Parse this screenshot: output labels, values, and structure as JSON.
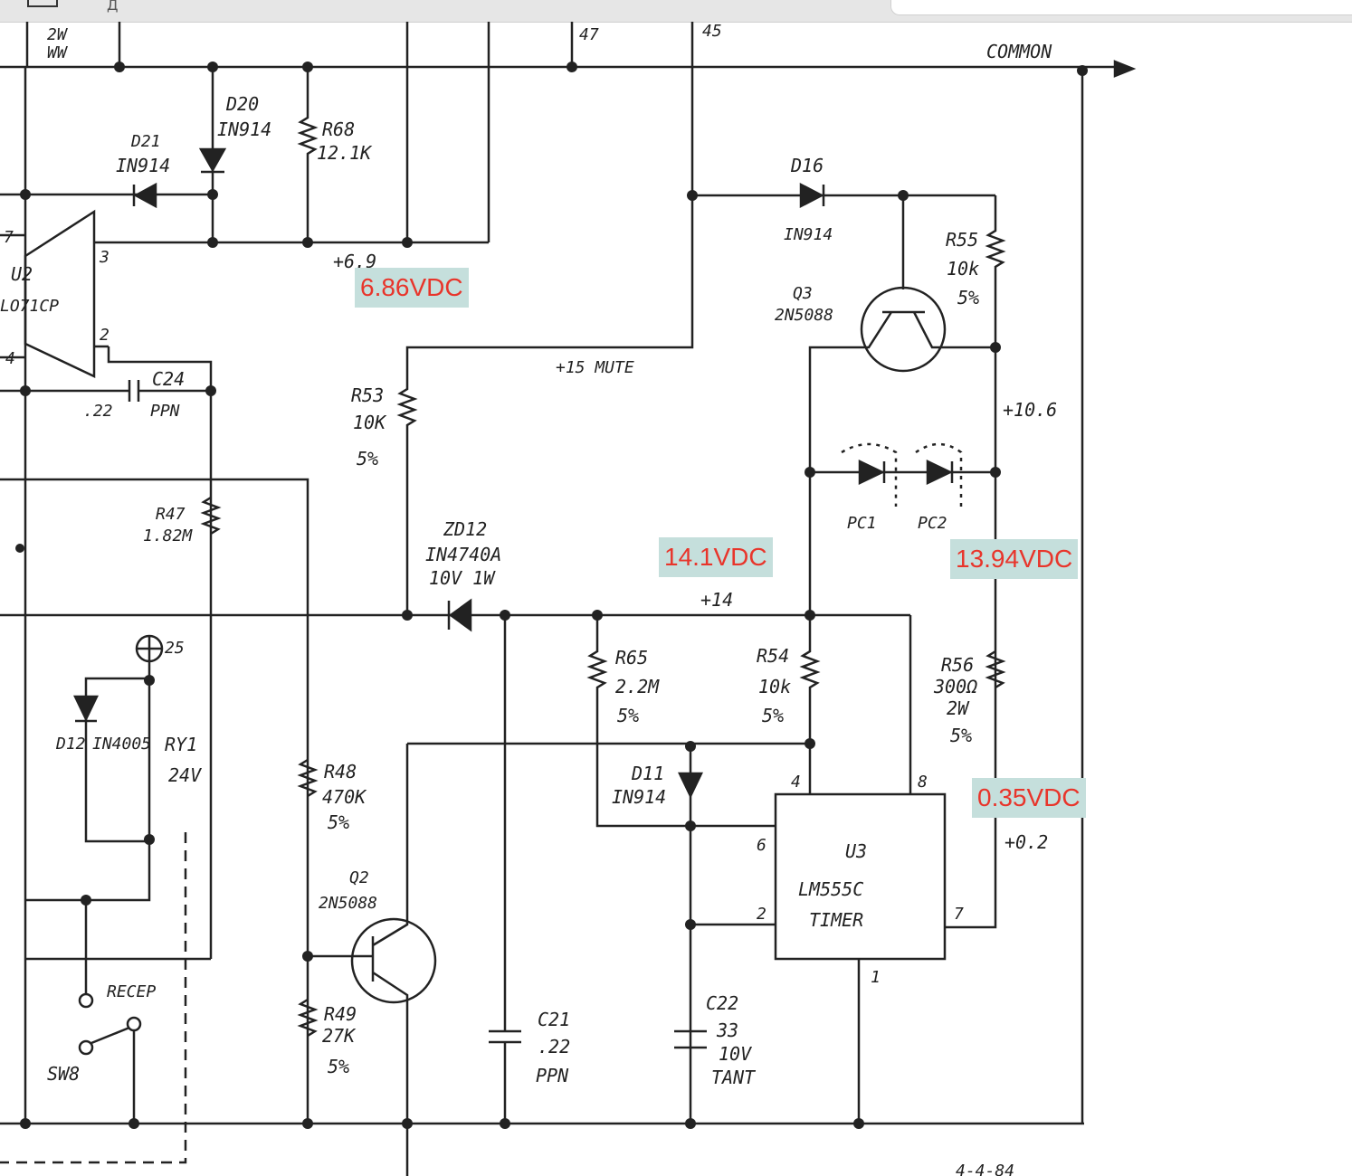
{
  "toolbar": {
    "icon_a": "square-icon",
    "icon_b": "text-icon"
  },
  "colors": {
    "annotation_bg": "#c5dfdc",
    "annotation_text": "#e8352b",
    "ink": "#222222"
  },
  "annotations": {
    "a1": "6.86VDC",
    "a2": "14.1VDC",
    "a3": "13.94VDC",
    "a4": "0.35VDC"
  },
  "labels": {
    "common": "COMMON",
    "ww": "2W",
    "ww2": "WW",
    "n47": "47",
    "n45": "45",
    "d20": "D20",
    "d20v": "IN914",
    "d21": "D21",
    "d21v": "IN914",
    "r68": "R68",
    "r68v": "12.1K",
    "d16": "D16",
    "d16v": "IN914",
    "r55": "R55",
    "r55v": "10k",
    "r55t": "5%",
    "q3": "Q3",
    "q3v": "2N5088",
    "u2": "U2",
    "u2v": "LO71CP",
    "p7": "7",
    "p3": "3",
    "p2": "2",
    "p4": "4",
    "v69": "+6.9",
    "c24": "C24",
    "c24a": ".22",
    "c24b": "PPN",
    "mute": "+15 MUTE",
    "r53": "R53",
    "r53v": "10K",
    "r53t": "5%",
    "v106": "+10.6",
    "pc1": "PC1",
    "pc2": "PC2",
    "r47": "R47",
    "r47v": "1.82M",
    "zd12": "ZD12",
    "zd12v": "IN4740A",
    "zd12w": "10V 1W",
    "v14": "+14",
    "n25": "25",
    "r65": "R65",
    "r65v": "2.2M",
    "r65t": "5%",
    "r54": "R54",
    "r54v": "10k",
    "r54t": "5%",
    "r56": "R56",
    "r56v": "300Ω",
    "r56w": "2W",
    "r56t": "5%",
    "d12": "D12",
    "d12v": "IN4005",
    "ry1": "RY1",
    "ry1v": "24V",
    "r48": "R48",
    "r48v": "470K",
    "r48t": "5%",
    "d11": "D11",
    "d11v": "IN914",
    "pin4": "4",
    "pin8": "8",
    "pin6": "6",
    "pin2": "2",
    "pin7": "7",
    "pin1": "1",
    "u3": "U3",
    "u3v": "LM555C",
    "u3t": "TIMER",
    "v02": "+0.2",
    "q2": "Q2",
    "q2v": "2N5088",
    "recep": "RECEP",
    "r49": "R49",
    "r49v": "27K",
    "r49t": "5%",
    "c21": "C21",
    "c21v": ".22",
    "c21t": "PPN",
    "c22": "C22",
    "c22v": "33",
    "c22w": "10V",
    "c22t": "TANT",
    "sw8": "SW8",
    "date": "4-4-84"
  }
}
